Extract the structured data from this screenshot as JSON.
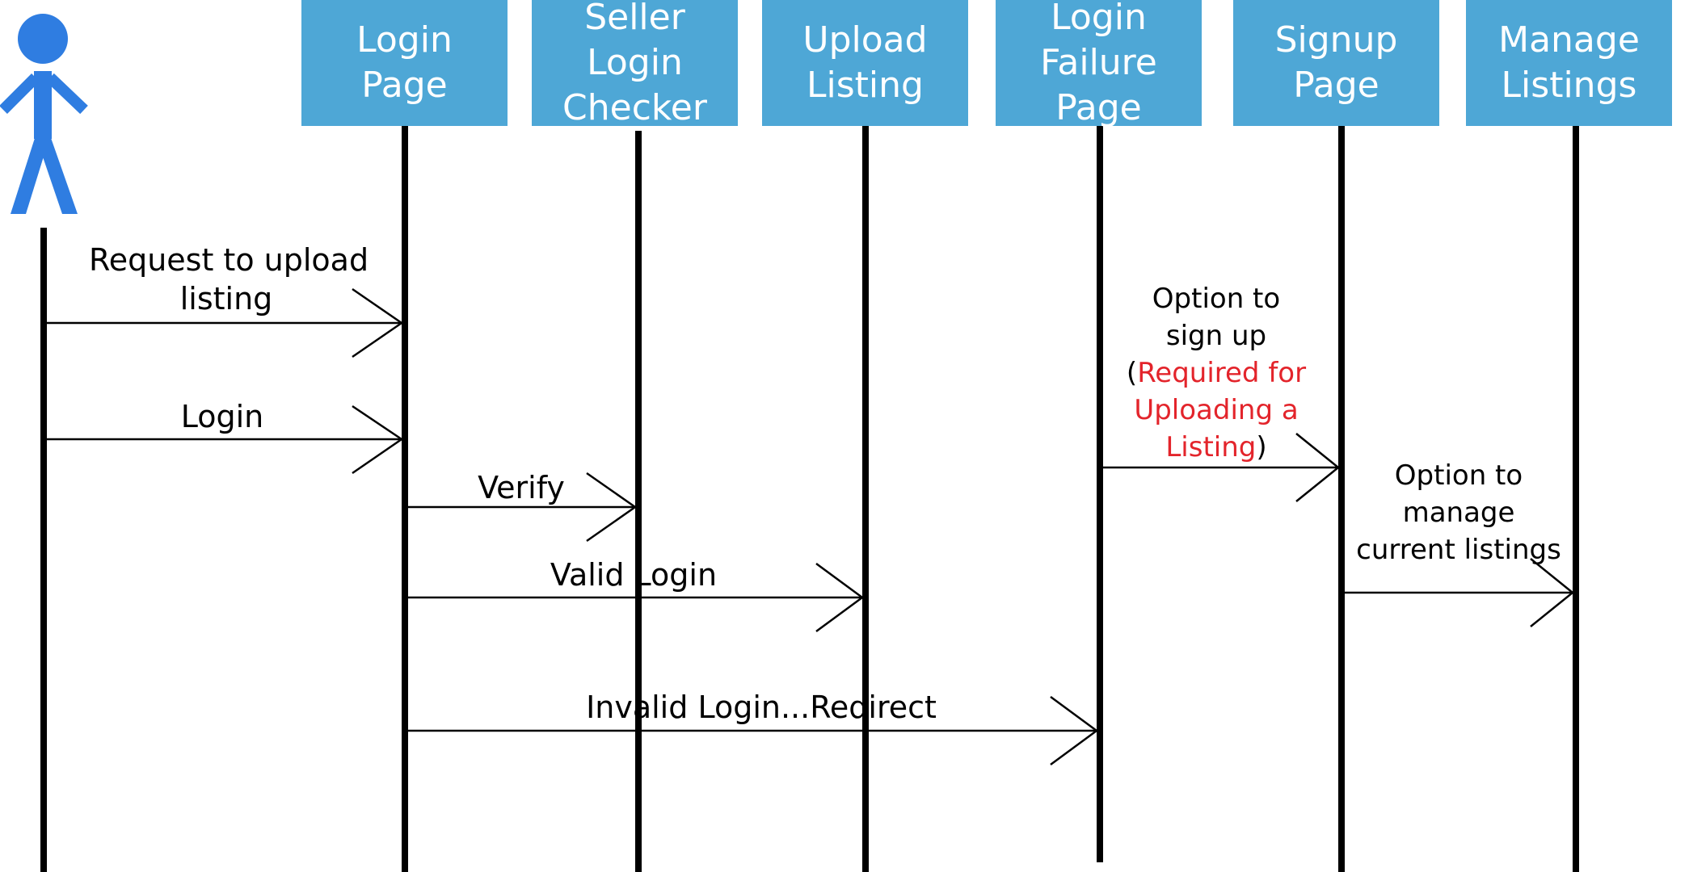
{
  "actor": {
    "icon": "stick-figure-user-icon",
    "color": "#2f7de1"
  },
  "participants": [
    {
      "id": "login-page",
      "lines": [
        "Login Page"
      ]
    },
    {
      "id": "seller-login-checker",
      "lines": [
        "Seller Login",
        "Checker"
      ]
    },
    {
      "id": "upload-listing",
      "lines": [
        "Upload",
        "Listing"
      ]
    },
    {
      "id": "login-failure-page",
      "lines": [
        "Login",
        "Failure Page"
      ]
    },
    {
      "id": "signup-page",
      "lines": [
        "Signup",
        "Page"
      ]
    },
    {
      "id": "manage-listings",
      "lines": [
        "Manage",
        "Listings"
      ]
    }
  ],
  "messages": [
    {
      "id": "request-upload",
      "from": "actor",
      "to": "login-page",
      "lines": [
        "Request to upload",
        "listing"
      ]
    },
    {
      "id": "login",
      "from": "actor",
      "to": "login-page",
      "lines": [
        "Login"
      ]
    },
    {
      "id": "verify",
      "from": "login-page",
      "to": "seller-login-checker",
      "lines": [
        "Verify"
      ]
    },
    {
      "id": "valid-login",
      "from": "login-page",
      "to": "upload-listing",
      "lines": [
        "Valid Login"
      ]
    },
    {
      "id": "invalid-login",
      "from": "login-page",
      "to": "login-failure-page",
      "lines": [
        "Invalid Login...Redirect"
      ]
    },
    {
      "id": "option-signup",
      "from": "login-failure-page",
      "to": "signup-page",
      "line1": "Option to",
      "line2": "sign up",
      "line3_open": "(",
      "line3_red": "Required for",
      "line4_red": "Uploading  a",
      "line5_red": "Listing",
      "line5_close": ")"
    },
    {
      "id": "option-manage",
      "from": "signup-page",
      "to": "manage-listings",
      "lines": [
        "Option to",
        "manage",
        "current listings"
      ]
    }
  ],
  "colors": {
    "participant_fill": "#4ea7d6",
    "participant_text": "#ffffff",
    "lifeline": "#000000",
    "arrow": "#000000",
    "emphasis_text": "#e3242b"
  }
}
